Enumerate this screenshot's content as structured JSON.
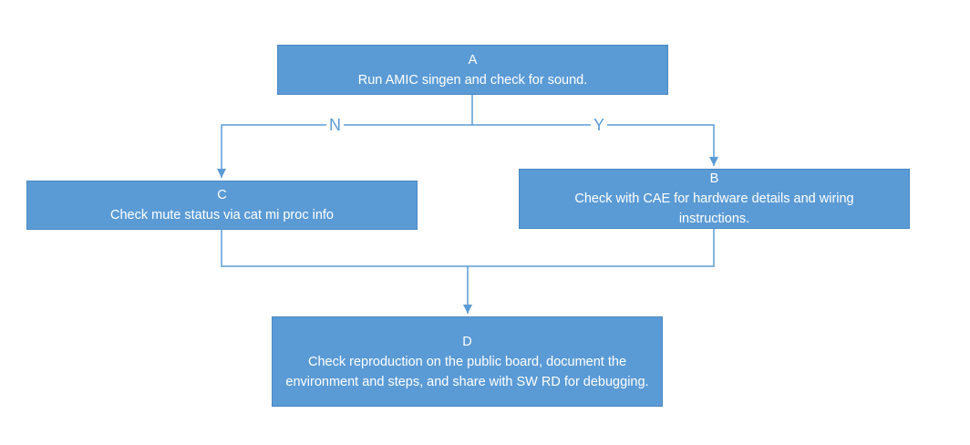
{
  "colors": {
    "box_fill": "#5b9bd5",
    "connector": "#5b9bd5",
    "box_text": "#ffffff"
  },
  "nodes": {
    "a": {
      "id": "A",
      "text": "Run AMIC singen and check for sound."
    },
    "b": {
      "id": "B",
      "text": "Check with CAE for hardware details and wiring instructions."
    },
    "c": {
      "id": "C",
      "text": "Check mute status via cat mi proc info"
    },
    "d": {
      "id": "D",
      "text": "Check reproduction on the public board, document the environment and steps, and share with SW RD for debugging."
    }
  },
  "edges": {
    "no_label": "N",
    "yes_label": "Y"
  }
}
